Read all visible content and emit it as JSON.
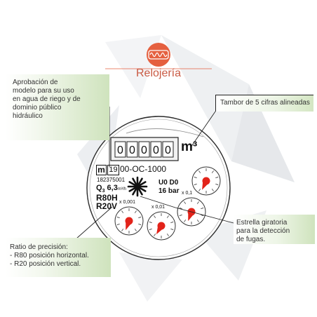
{
  "brand": {
    "name": "Relojería",
    "logo_icon": "watch-coil-icon",
    "logo_color": "#e5603f"
  },
  "callouts": {
    "approval": [
      "Aprobación de",
      "modelo para su uso",
      "en agua de riego y de",
      "dominio público",
      "hidráulico"
    ],
    "drum": "Tambor de 5 cifras alineadas",
    "star": [
      "Estrella giratoria",
      "para la detección",
      "de fugas."
    ],
    "ratio": [
      "Ratio de precisión:",
      "- R80 posición horizontal.",
      "- R20 posición vertical."
    ]
  },
  "meter": {
    "digits": [
      "0",
      "0",
      "0",
      "0",
      "0"
    ],
    "unit": "m³",
    "mark_symbol": "m",
    "mark_year": "19",
    "cert_code": "00-OC-1000",
    "serial": "182375001",
    "q3_label": "Q",
    "q3_sub": "3",
    "q3_value": "6,3",
    "q3_unit": "m³/h",
    "ratio_h": "R80H",
    "ratio_v": "R20V",
    "class": "U0 D0",
    "pressure": "16 bar",
    "dials": [
      {
        "factor": "x 0,001",
        "needle_deg": 200
      },
      {
        "factor": "x 0,01",
        "needle_deg": 210
      },
      {
        "factor": "x 0,1",
        "needle_deg": 200
      },
      {
        "factor": "",
        "needle_deg": 205
      }
    ]
  },
  "colors": {
    "accent": "#e5603f",
    "needle": "#e2231a",
    "callout_green": "#cfe3bd"
  }
}
